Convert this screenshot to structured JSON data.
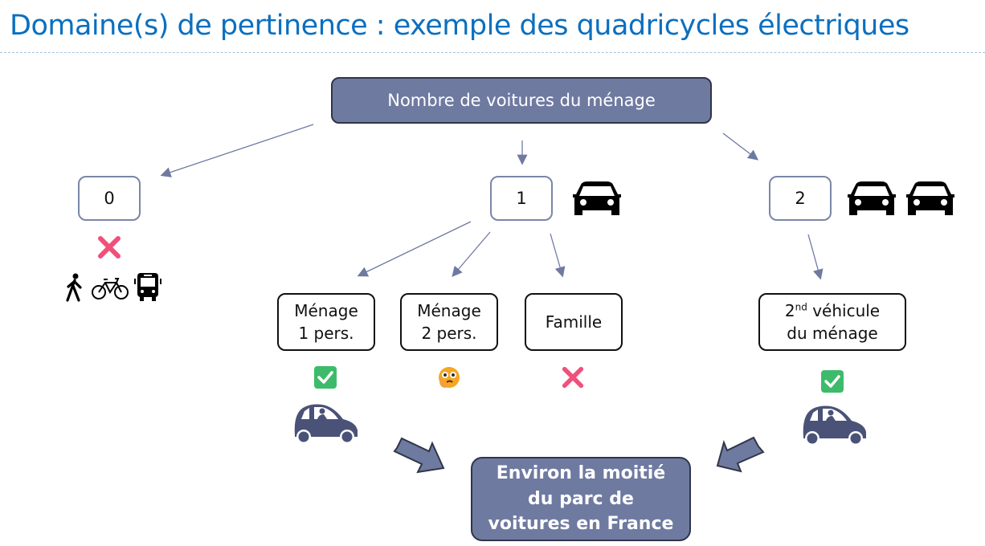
{
  "title": "Domaine(s) de pertinence : exemple des quadricycles électriques",
  "root": {
    "label": "Nombre de voitures du ménage"
  },
  "branches": [
    {
      "value": "0",
      "verdict": "cross",
      "alternatives": [
        "pedestrian-icon",
        "bicycle-icon",
        "bus-icon"
      ]
    },
    {
      "value": "1",
      "car_count": 1
    },
    {
      "value": "2",
      "car_count": 2
    }
  ],
  "sub_categories": [
    {
      "line1": "Ménage",
      "line2": "1 pers.",
      "verdict": "check"
    },
    {
      "line1": "Ménage",
      "line2": "2 pers.",
      "verdict": "thinking"
    },
    {
      "line1": "Famille",
      "line2": "",
      "verdict": "cross"
    },
    {
      "line1_main": "2",
      "line1_sup": "nd",
      "line1_rest": " véhicule",
      "line2": "du ménage",
      "verdict": "check"
    }
  ],
  "result": {
    "line1": "Environ la moitié",
    "line2": "du parc de",
    "line3": "voitures en France"
  },
  "colors": {
    "title": "#0b6fbf",
    "box_fill": "#6f7aa1",
    "arrow": "#6f7aa1",
    "check": "#3dbb6b",
    "cross": "#f0507a",
    "small_car": "#4a5277"
  }
}
